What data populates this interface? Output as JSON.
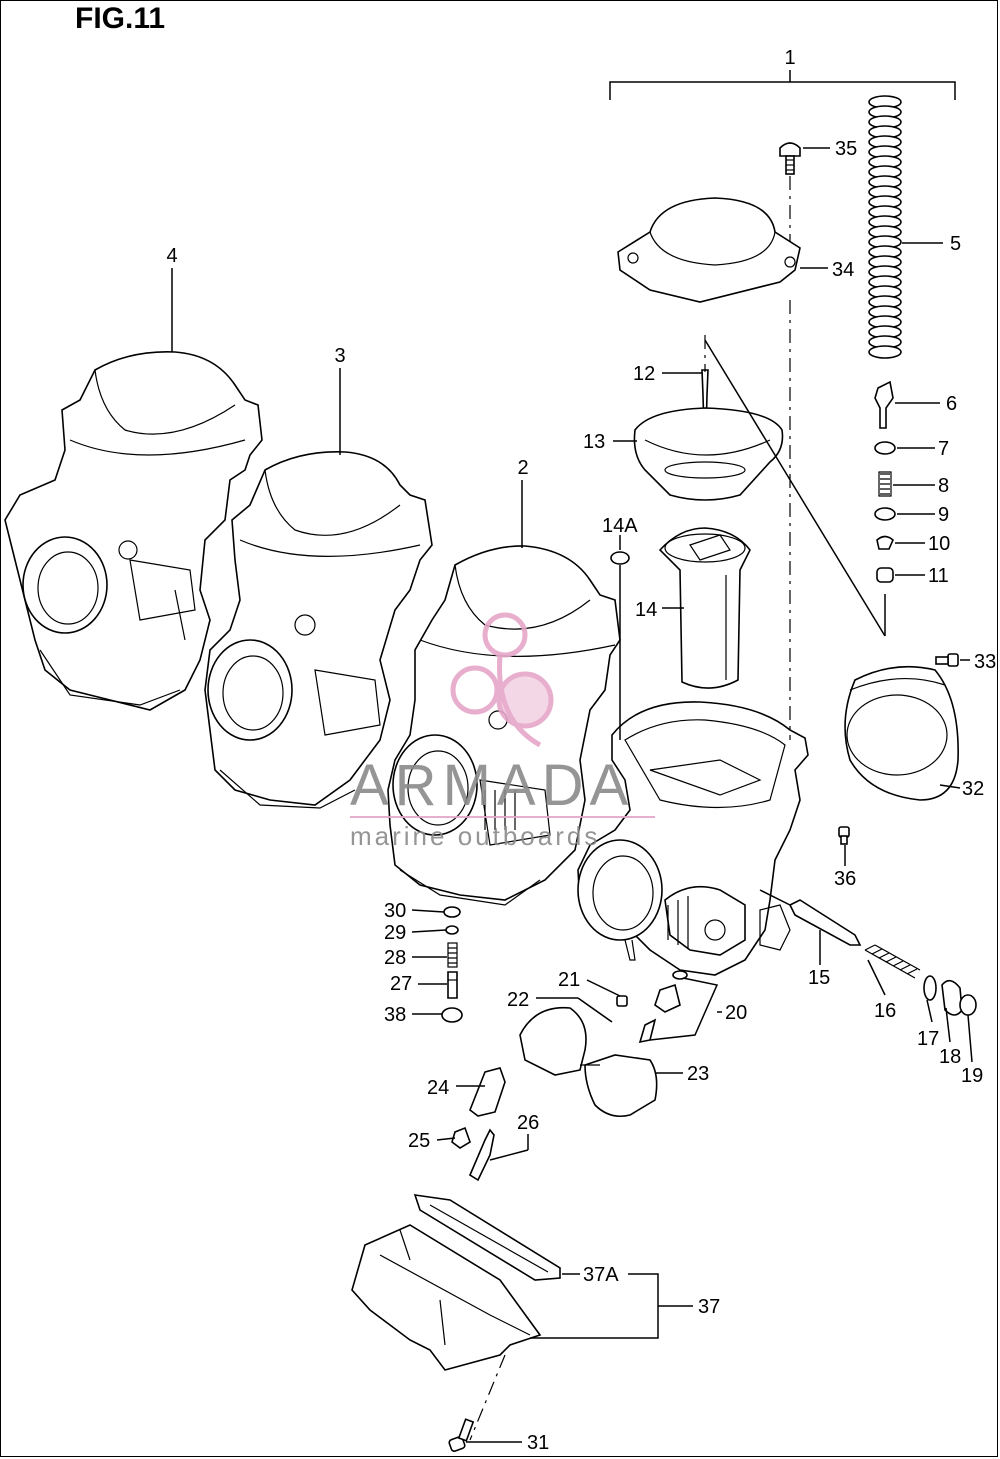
{
  "figure": {
    "title": "FIG.11"
  },
  "callouts": [
    {
      "id": "c1",
      "label": "1"
    },
    {
      "id": "c2",
      "label": "2"
    },
    {
      "id": "c3",
      "label": "3"
    },
    {
      "id": "c4",
      "label": "4"
    },
    {
      "id": "c5",
      "label": "5"
    },
    {
      "id": "c6",
      "label": "6"
    },
    {
      "id": "c7",
      "label": "7"
    },
    {
      "id": "c8",
      "label": "8"
    },
    {
      "id": "c9",
      "label": "9"
    },
    {
      "id": "c10",
      "label": "10"
    },
    {
      "id": "c11",
      "label": "11"
    },
    {
      "id": "c12",
      "label": "12"
    },
    {
      "id": "c13",
      "label": "13"
    },
    {
      "id": "c14",
      "label": "14"
    },
    {
      "id": "c14a",
      "label": "14A"
    },
    {
      "id": "c15",
      "label": "15"
    },
    {
      "id": "c16",
      "label": "16"
    },
    {
      "id": "c17",
      "label": "17"
    },
    {
      "id": "c18",
      "label": "18"
    },
    {
      "id": "c19",
      "label": "19"
    },
    {
      "id": "c20",
      "label": "20"
    },
    {
      "id": "c21",
      "label": "21"
    },
    {
      "id": "c22",
      "label": "22"
    },
    {
      "id": "c23",
      "label": "23"
    },
    {
      "id": "c24",
      "label": "24"
    },
    {
      "id": "c25",
      "label": "25"
    },
    {
      "id": "c26",
      "label": "26"
    },
    {
      "id": "c27",
      "label": "27"
    },
    {
      "id": "c28",
      "label": "28"
    },
    {
      "id": "c29",
      "label": "29"
    },
    {
      "id": "c30",
      "label": "30"
    },
    {
      "id": "c31",
      "label": "31"
    },
    {
      "id": "c32",
      "label": "32"
    },
    {
      "id": "c33",
      "label": "33"
    },
    {
      "id": "c34",
      "label": "34"
    },
    {
      "id": "c35",
      "label": "35"
    },
    {
      "id": "c36",
      "label": "36"
    },
    {
      "id": "c37",
      "label": "37"
    },
    {
      "id": "c37a",
      "label": "37A"
    },
    {
      "id": "c38",
      "label": "38"
    }
  ],
  "watermark": {
    "brand": "ARMADA",
    "tagline": "marine outboards",
    "accent_color": "#e6a6c8",
    "text_color": "#8a8a8a"
  },
  "colors": {
    "line": "#000000",
    "background": "#ffffff"
  }
}
